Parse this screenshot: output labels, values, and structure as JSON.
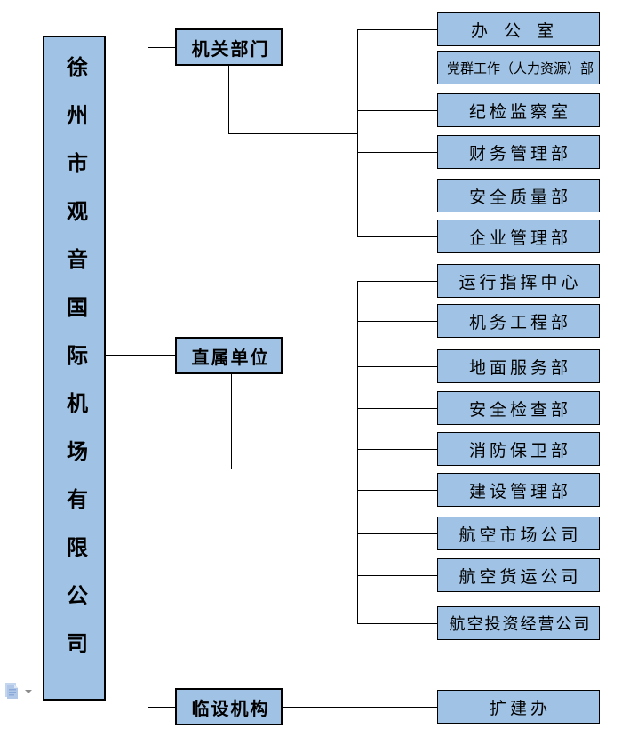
{
  "page": {
    "background": "#ffffff"
  },
  "colors": {
    "box_fill": "#A0C3E5",
    "box_border": "#000000",
    "connector_line": "#000000"
  },
  "root": {
    "label": "徐州市观音国际机场有限公司"
  },
  "groups": [
    {
      "label": "机关部门",
      "children": [
        "办公室",
        "党群工作（人力资源）部",
        "纪检监察室",
        "财务管理部",
        "安全质量部",
        "企业管理部"
      ]
    },
    {
      "label": "直属单位",
      "children": [
        "运行指挥中心",
        "机务工程部",
        "地面服务部",
        "安全检查部",
        "消防保卫部",
        "建设管理部",
        "航空市场公司",
        "航空货运公司",
        "航空投资经营公司"
      ]
    },
    {
      "label": "临设机构",
      "children": [
        "扩建办"
      ]
    }
  ],
  "icons": {
    "paste_options": "paste-options-icon",
    "dropdown_arrow": "▾"
  }
}
